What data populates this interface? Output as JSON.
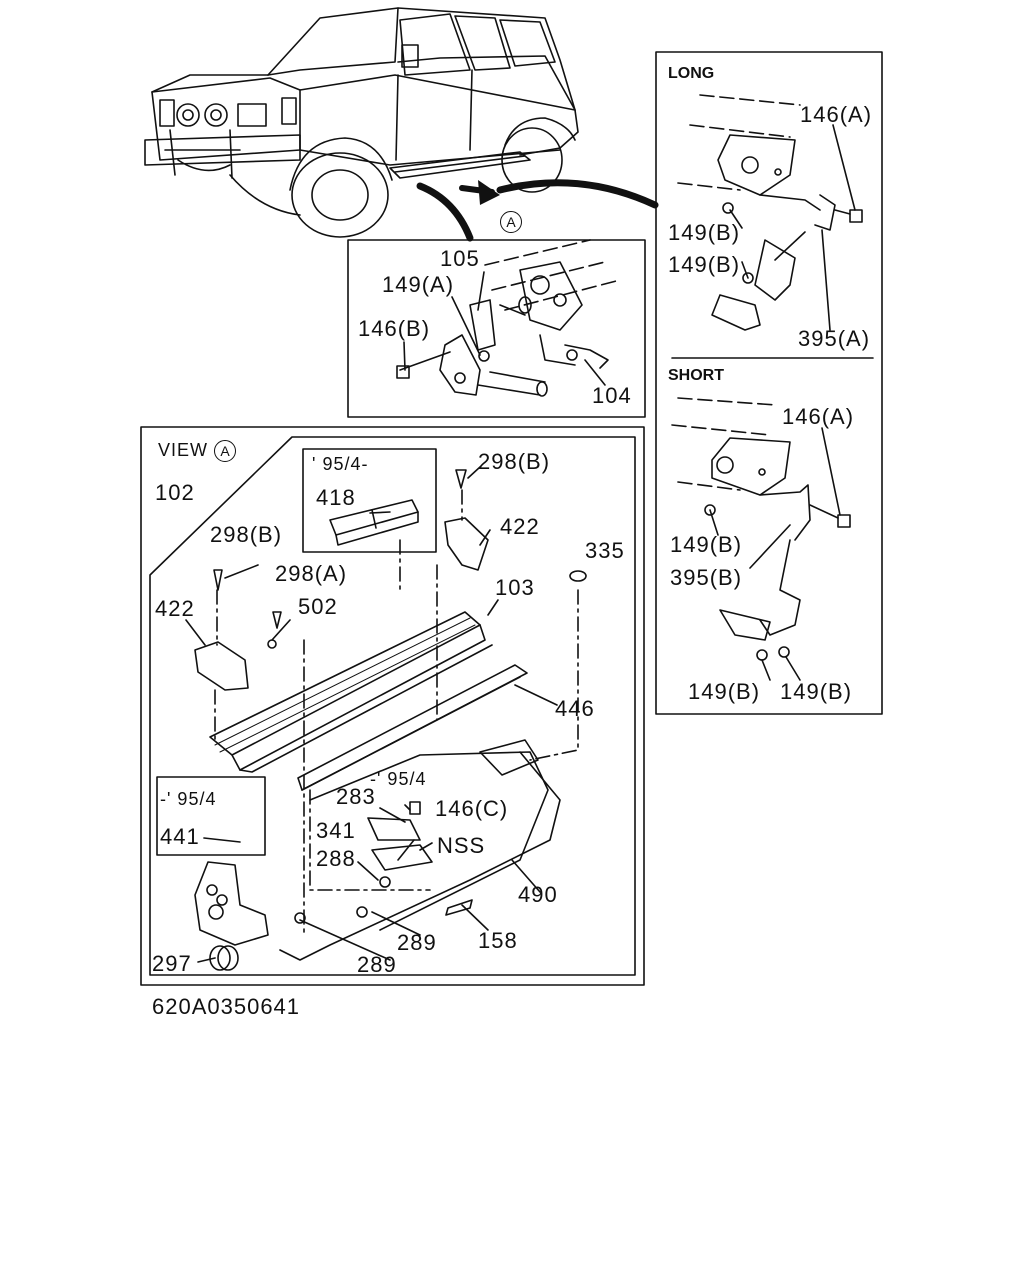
{
  "diagram": {
    "view_marker": "A",
    "view_label": "VIEW",
    "figure_ref": "620A0350641",
    "long_panel": {
      "title": "LONG",
      "labels": [
        "146(A)",
        "149(B)",
        "149(B)",
        "395(A)"
      ]
    },
    "short_panel": {
      "title": "SHORT",
      "labels": [
        "146(A)",
        "149(B)",
        "395(B)",
        "149(B)",
        "149(B)"
      ]
    },
    "detail_panel": {
      "labels": [
        "105",
        "149(A)",
        "146(B)",
        "104"
      ]
    },
    "view_panel": {
      "labels": [
        "102",
        "298(B)",
        "298(A)",
        "502",
        "422",
        "422",
        "298(B)",
        "103",
        "335",
        "446",
        "418",
        "441",
        "283",
        "146(C)",
        "341",
        "288",
        "NSS",
        "490",
        "289",
        "289",
        "158",
        "297"
      ],
      "inset_top_note": "' 95/4-",
      "inset_left_note": "-' 95/4",
      "inset_mid_note": "-' 95/4"
    }
  }
}
